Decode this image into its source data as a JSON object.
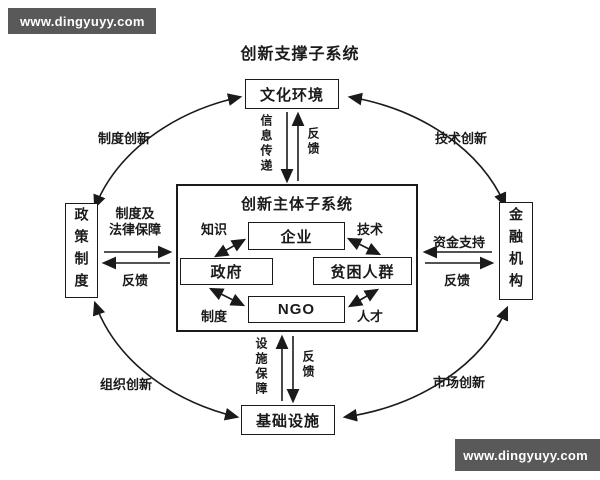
{
  "watermark": {
    "text": "www.dingyuyy.com"
  },
  "titles": {
    "outer": "创新支撑子系统",
    "inner": "创新主体子系统"
  },
  "outer_boxes": {
    "top": "文化环境",
    "left": "政策制度",
    "right": "金融机构",
    "bottom": "基础设施"
  },
  "corner_labels": {
    "top_left": "制度创新",
    "top_right": "技术创新",
    "bottom_left": "组织创新",
    "bottom_right": "市场创新"
  },
  "inner_boxes": {
    "enterprise": "企业",
    "government": "政府",
    "poor_group": "贫困人群",
    "ngo": "NGO"
  },
  "inner_labels": {
    "knowledge": "知识",
    "technology": "技术",
    "institution": "制度",
    "talent": "人才"
  },
  "exchange": {
    "top": {
      "down_label": "信息传递",
      "up_label": "反馈"
    },
    "bottom": {
      "up_label": "设施保障",
      "down_label": "反馈"
    },
    "left": {
      "forward_label": "制度及\n法律保障",
      "back_label": "反馈"
    },
    "right": {
      "forward_label": "资金支持",
      "back_label": "反馈"
    }
  },
  "colors": {
    "line": "#1a1a1a",
    "box-bg": "#ffffff",
    "bg": "#ffffff",
    "wm-bg": "#595959",
    "wm-text": "#ffffff"
  }
}
